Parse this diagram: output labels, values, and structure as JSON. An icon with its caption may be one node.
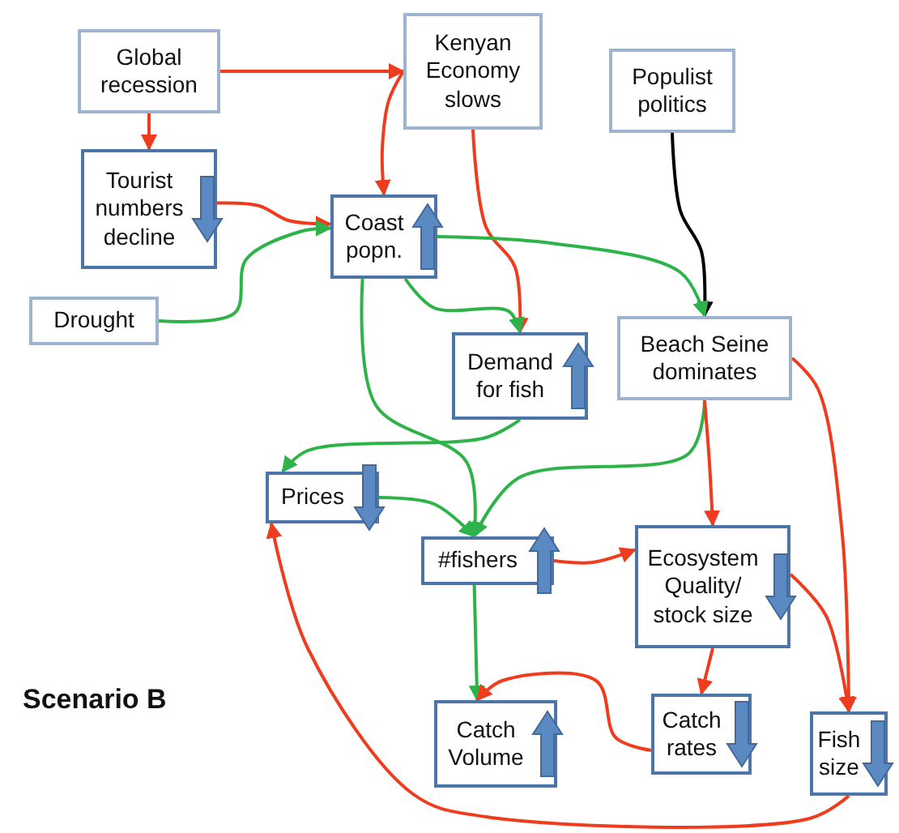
{
  "diagram": {
    "nodes": [
      {
        "text": [
          "Global recession"
        ]
      },
      {
        "text": [
          "Kenyan Economy slows"
        ]
      },
      {
        "text": [
          "Populist politics"
        ]
      },
      {
        "text": [
          "Tourist numbers decline"
        ]
      },
      {
        "text": [
          "Coast popn."
        ]
      },
      {
        "text": [
          "Drought"
        ]
      },
      {
        "text": [
          "Demand for fish"
        ]
      },
      {
        "text": [
          "Beach Seine dominates"
        ]
      },
      {
        "text": [
          "Prices"
        ]
      },
      {
        "text": [
          "#fishers"
        ]
      },
      {
        "text": [
          "Ecosystem Quality/ stock size"
        ]
      },
      {
        "text": [
          "Catch Volume"
        ]
      },
      {
        "text": [
          "Catch rates"
        ]
      },
      {
        "text": [
          "Fish size"
        ]
      }
    ],
    "edges": [
      {
        "from": 0,
        "to": 1,
        "arrow": "to"
      },
      {
        "from": 0,
        "to": 3,
        "arrow": "to"
      },
      {
        "from": 1,
        "to": 4,
        "arrow": "to"
      },
      {
        "from": 3,
        "to": 4,
        "arrow": "to"
      },
      {
        "from": 5,
        "to": 4,
        "arrow": "to",
        "color": "#2db34a"
      },
      {
        "from": 1,
        "to": 6,
        "arrow": "to"
      },
      {
        "from": 2,
        "to": 7,
        "arrow": "to",
        "color": "#000000"
      },
      {
        "from": 4,
        "to": 7,
        "arrow": "to",
        "color": "#2db34a"
      },
      {
        "from": 4,
        "to": 6,
        "arrow": "to",
        "color": "#2db34a"
      },
      {
        "from": 4,
        "to": 9,
        "arrow": "to",
        "color": "#2db34a"
      },
      {
        "from": 6,
        "to": 8,
        "arrow": "to",
        "color": "#2db34a"
      },
      {
        "from": 8,
        "to": 9,
        "arrow": "to",
        "color": "#2db34a"
      },
      {
        "from": 7,
        "to": 9,
        "arrow": "to",
        "color": "#2db34a"
      },
      {
        "from": 7,
        "to": 10,
        "arrow": "to"
      },
      {
        "from": 7,
        "to": 13,
        "arrow": "to"
      },
      {
        "from": 9,
        "to": 10,
        "arrow": "to"
      },
      {
        "from": 9,
        "to": 11,
        "arrow": "to",
        "color": "#2db34a"
      },
      {
        "from": 10,
        "to": 12,
        "arrow": "to"
      },
      {
        "from": 10,
        "to": 13,
        "arrow": "to"
      },
      {
        "from": 12,
        "to": 11,
        "arrow": "to"
      },
      {
        "from": 13,
        "to": 8,
        "arrow": "to"
      }
    ],
    "labels": [
      "Scenario B"
    ]
  }
}
